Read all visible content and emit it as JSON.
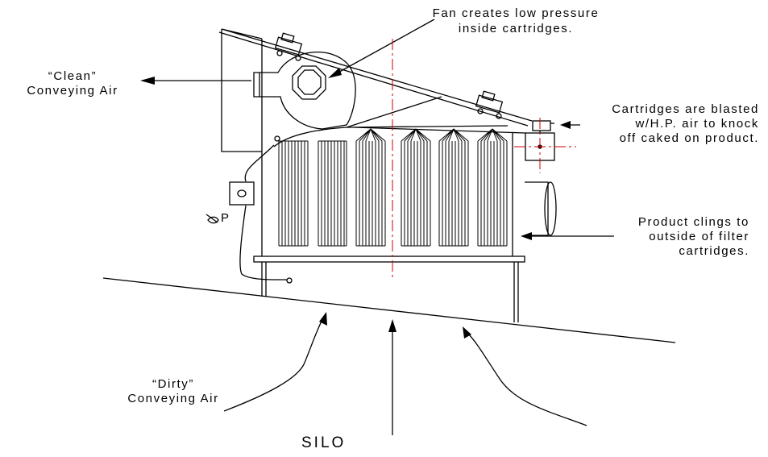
{
  "labels": {
    "fan": [
      "Fan creates low pressure",
      "inside cartridges."
    ],
    "clean_air": [
      "“Clean”",
      "Conveying Air"
    ],
    "blast": [
      "Cartridges are blasted",
      "w/H.P. air to knock",
      "off caked on product."
    ],
    "product": [
      "Product clings to",
      "outside of filter",
      "cartridges."
    ],
    "dirty_air": [
      "“Dirty”",
      "Conveying Air"
    ],
    "silo": "SILO",
    "pressure_gauge": "P"
  },
  "colors": {
    "line": "#000000",
    "centerline": "#cc0000"
  },
  "filter_cartridge_count": 6
}
